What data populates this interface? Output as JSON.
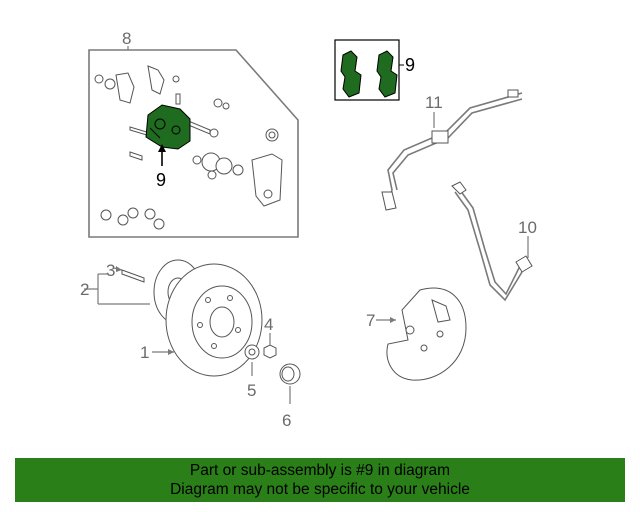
{
  "callouts": {
    "c1": "1",
    "c2": "2",
    "c3": "3",
    "c4": "4",
    "c5": "5",
    "c6": "6",
    "c7": "7",
    "c8": "8",
    "c9a": "9",
    "c9b": "9",
    "c10": "10",
    "c11": "11"
  },
  "footer": {
    "line1": "Part or sub-assembly is #9 in diagram",
    "line2": "Diagram may not be specific to your vehicle"
  },
  "colors": {
    "highlight": "#1f6b1f",
    "footer_bg": "#2a7f19",
    "linework": "#7a7a7a"
  }
}
